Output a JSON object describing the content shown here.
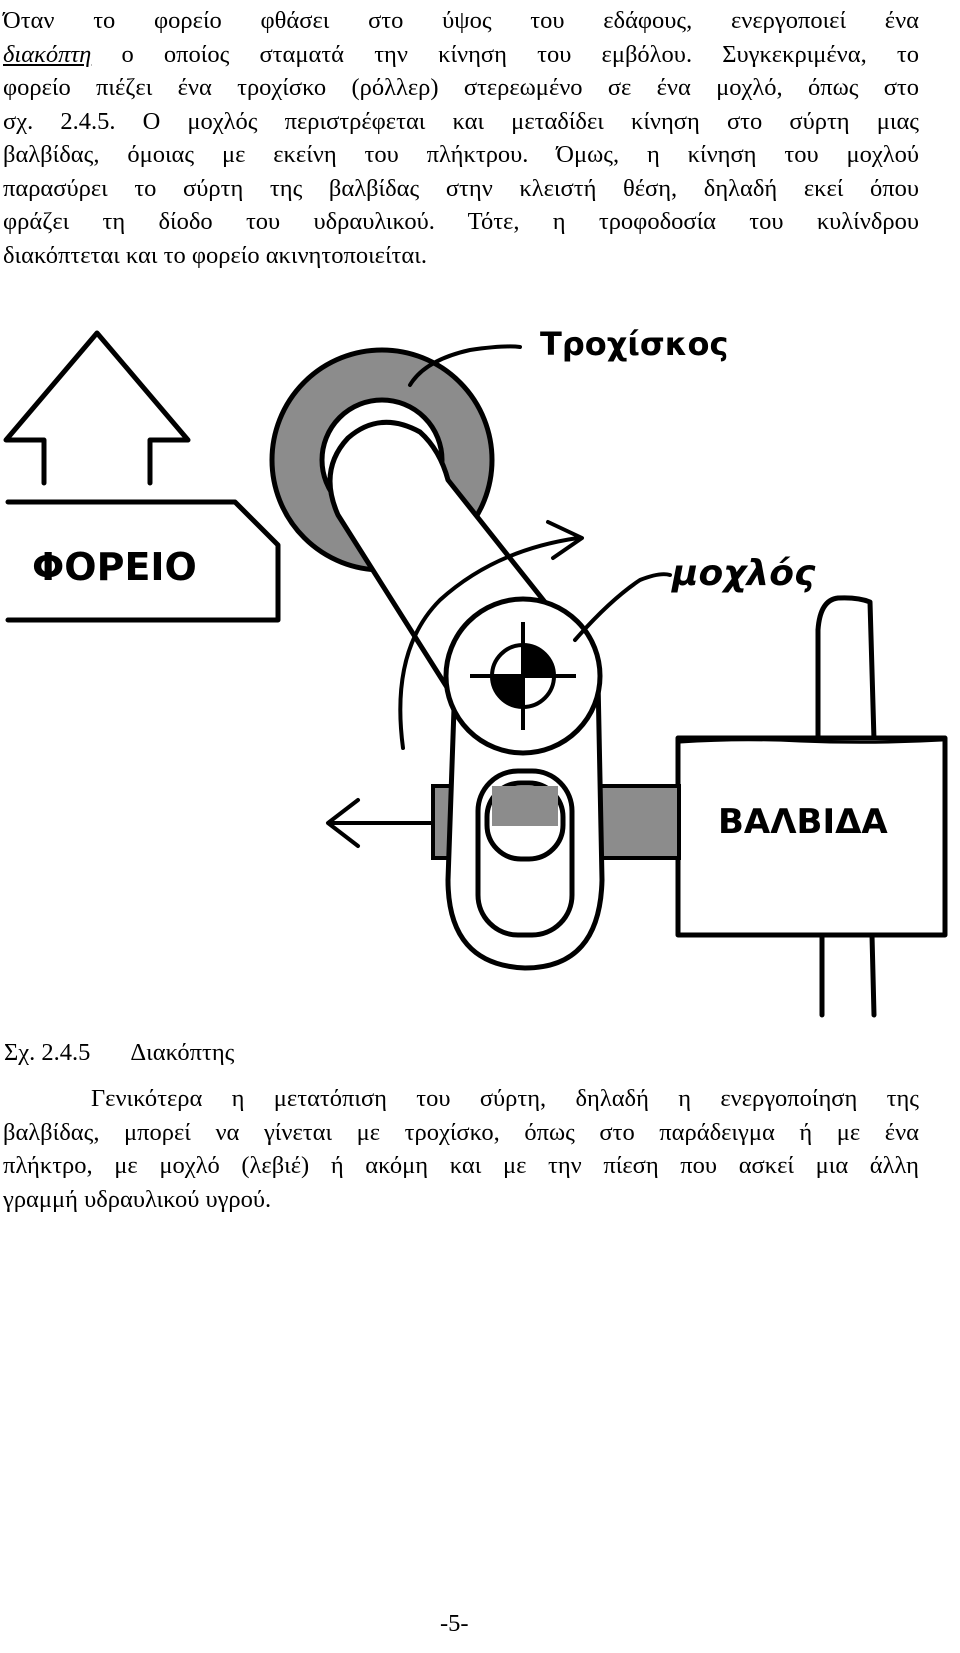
{
  "intro_paragraph": {
    "line1": "Όταν το φορείο φθάσει στο ύψος του εδάφους, ενεργοποιεί ένα",
    "line2_link": "διακόπτη",
    "line2_rest": " ο οποίος σταματά την κίνηση του εμβόλου. Συγκεκριμένα, το",
    "line3": "φορείο πιέζει ένα τροχίσκο (ρόλλερ) στερεωμένο σε ένα μοχλό, όπως στο",
    "line4": "σχ. 2.4.5. Ο μοχλός περιστρέφεται και μεταδίδει κίνηση στο σύρτη μιας",
    "line5": "βαλβίδας, όμοιας με εκείνη του πλήκτρου. Όμως, η κίνηση του μοχλού",
    "line6": "παρασύρει το σύρτη της βαλβίδας στην  κλειστή θέση, δηλαδή εκεί όπου",
    "line7": "φράζει τη δίοδο του υδραυλικού. Τότε, η τροφοδοσία του κυλίνδρου",
    "line8": "διακόπτεται και το φορείο ακινητοποιείται."
  },
  "figure": {
    "label_roller": "Τροχίσκος",
    "label_lever": "μοχλός",
    "label_carriage": "ΦΟΡΕΙΟ",
    "label_valve": "ΒΑΛΒΙΔΑ",
    "colors": {
      "gray": "#8c8c8c",
      "ink": "#000000"
    }
  },
  "caption": {
    "number": "Σχ. 2.4.5",
    "title": "Διακόπτης"
  },
  "closing_paragraph": {
    "line1": "Γενικότερα η μετατόπιση του σύρτη, δηλαδή η ενεργοποίηση της",
    "line2": "βαλβίδας, μπορεί να γίνεται με τροχίσκο, όπως στο παράδειγμα ή με ένα",
    "line3": "πλήκτρο, με μοχλό (λεβιέ) ή ακόμη και με την πίεση που ασκεί μια άλλη",
    "line4": "γραμμή υδραυλικού υγρού."
  },
  "page_number": "-5-"
}
